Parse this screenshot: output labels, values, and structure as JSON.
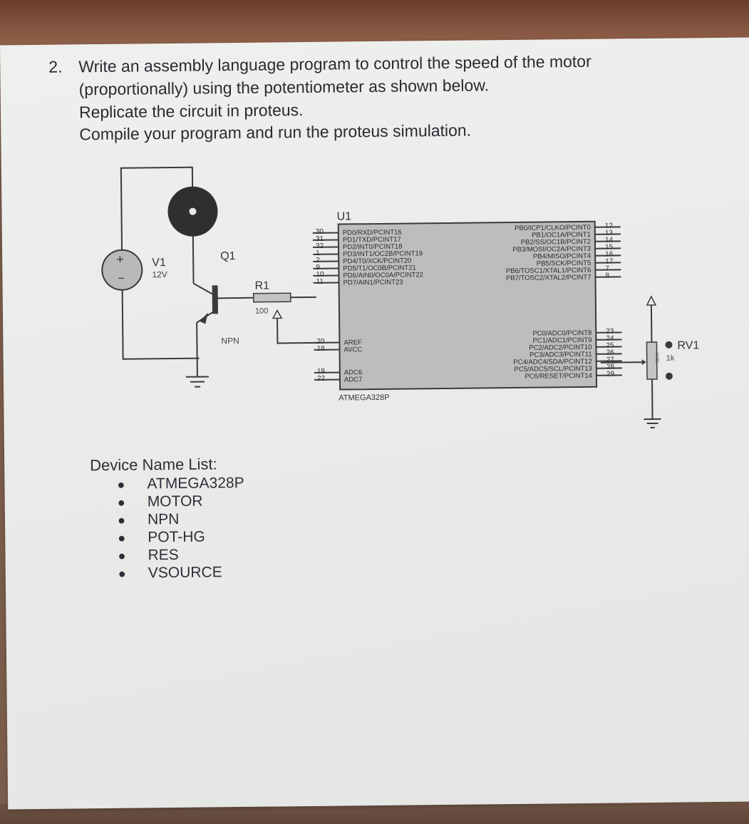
{
  "question": {
    "number": "2.",
    "lines": [
      "Write an assembly language program to control the speed of the motor",
      "(proportionally) using the potentiometer as shown below.",
      "Replicate the circuit in proteus.",
      "Compile your program and run the proteus simulation."
    ]
  },
  "schematic": {
    "source": {
      "ref": "V1",
      "value": "12V",
      "plus": "+",
      "minus": "−"
    },
    "transistor": {
      "ref": "Q1",
      "type": "NPN"
    },
    "resistor": {
      "ref": "R1",
      "value": "100"
    },
    "mcu": {
      "ref": "U1",
      "part": "ATMEGA328P",
      "left_pins": [
        {
          "num": "30",
          "label": "PD0/RXD/PCINT16"
        },
        {
          "num": "31",
          "label": "PD1/TXD/PCINT17"
        },
        {
          "num": "32",
          "label": "PD2/INT0/PCINT18"
        },
        {
          "num": "1",
          "label": "PD3/INT1/OC2B/PCINT19"
        },
        {
          "num": "2",
          "label": "PD4/T0/XCK/PCINT20"
        },
        {
          "num": "9",
          "label": "PD5/T1/OC0B/PCINT21"
        },
        {
          "num": "10",
          "label": "PD6/AIN0/OC0A/PCINT22"
        },
        {
          "num": "11",
          "label": "PD7/AIN1/PCINT23"
        },
        {
          "num": "20",
          "label": "AREF"
        },
        {
          "num": "18",
          "label": "AVCC"
        },
        {
          "num": "19",
          "label": "ADC6"
        },
        {
          "num": "22",
          "label": "ADC7"
        }
      ],
      "right_pins": [
        {
          "num": "12",
          "label": "PB0/ICP1/CLKO/PCINT0"
        },
        {
          "num": "13",
          "label": "PB1/OC1A/PCINT1"
        },
        {
          "num": "14",
          "label": "PB2/SS/OC1B/PCINT2"
        },
        {
          "num": "15",
          "label": "PB3/MOSI/OC2A/PCINT3"
        },
        {
          "num": "16",
          "label": "PB4/MISO/PCINT4"
        },
        {
          "num": "17",
          "label": "PB5/SCK/PCINT5"
        },
        {
          "num": "7",
          "label": "PB6/TOSC1/XTAL1/PCINT6"
        },
        {
          "num": "8",
          "label": "PB7/TOSC2/XTAL2/PCINT7"
        },
        {
          "num": "23",
          "label": "PC0/ADC0/PCINT8"
        },
        {
          "num": "24",
          "label": "PC1/ADC1/PCINT9"
        },
        {
          "num": "25",
          "label": "PC2/ADC2/PCINT10"
        },
        {
          "num": "26",
          "label": "PC3/ADC3/PCINT11"
        },
        {
          "num": "27",
          "label": "PC4/ADC4/SDA/PCINT12"
        },
        {
          "num": "28",
          "label": "PC5/ADC5/SCL/PCINT13"
        },
        {
          "num": "29",
          "label": "PC6/RESET/PCINT14"
        }
      ]
    },
    "pot": {
      "ref": "RV1",
      "value": "1k",
      "body_label": "58%"
    }
  },
  "device_list": {
    "title": "Device Name List:",
    "items": [
      "ATMEGA328P",
      "MOTOR",
      "NPN",
      "POT-HG",
      "RES",
      "VSOURCE"
    ]
  },
  "colors": {
    "paper": "#eaecea",
    "ink": "#3a3a3a",
    "chip_fill": "#bdbdbd",
    "text": "#2a2a32"
  }
}
